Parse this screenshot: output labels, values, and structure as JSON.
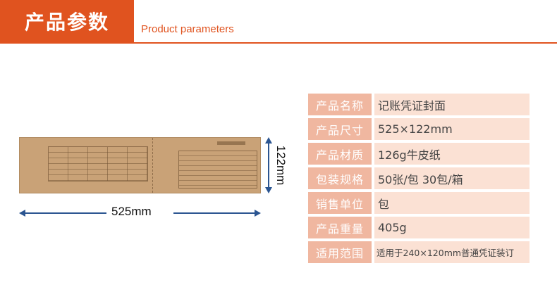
{
  "header": {
    "title": "产品参数",
    "subtitle": "Product parameters",
    "accent_color": "#e0531f"
  },
  "product_image": {
    "description_icon": "kraft-voucher-cover-image",
    "width_label": "525mm",
    "height_label": "122mm"
  },
  "specs": [
    {
      "label": "产品名称",
      "value": "记账凭证封面"
    },
    {
      "label": "产品尺寸",
      "value": "525×122mm"
    },
    {
      "label": "产品材质",
      "value": "126g牛皮纸"
    },
    {
      "label": "包装规格",
      "value": "50张/包  30包/箱"
    },
    {
      "label": "销售单位",
      "value": "包"
    },
    {
      "label": "产品重量",
      "value": "405g"
    },
    {
      "label": "适用范围",
      "value": "适用于240×120mm普通凭证装订"
    }
  ],
  "colors": {
    "label_bg": "#f0b7a0",
    "value_bg": "#fbe1d4",
    "dimension_arrow": "#2b5591"
  }
}
